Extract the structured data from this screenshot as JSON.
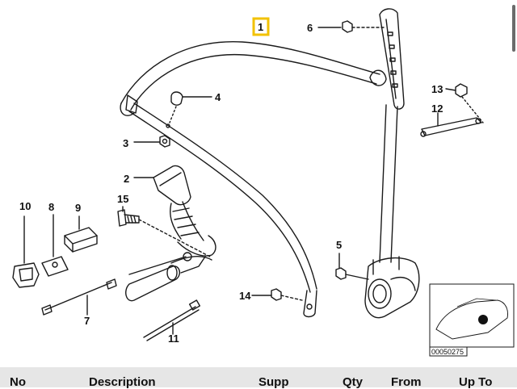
{
  "diagram": {
    "callouts": [
      "1",
      "2",
      "3",
      "4",
      "5",
      "6",
      "7",
      "8",
      "9",
      "10",
      "11",
      "12",
      "13",
      "14",
      "15"
    ],
    "reference_code": "00050275"
  },
  "colors": {
    "highlight": "#f2c200",
    "line": "#1a1a1a",
    "header_bg": "#e6e6e6"
  },
  "table": {
    "headers": [
      "No",
      "Description",
      "Supp",
      "Qty",
      "From",
      "Up To"
    ]
  }
}
